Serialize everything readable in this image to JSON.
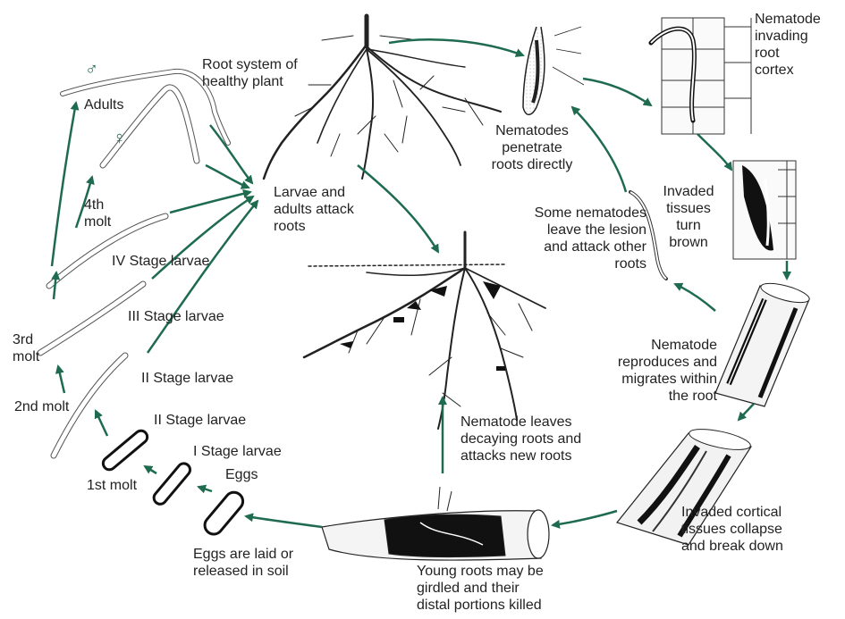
{
  "colors": {
    "arrow": "#1e6b4f",
    "ink": "#111111",
    "sex_symbol": "#1e6b4f"
  },
  "labels": {
    "root_system": [
      "Root system of",
      "healthy plant"
    ],
    "penetrate": [
      "Nematodes",
      "penetrate",
      "roots directly"
    ],
    "invading": [
      "Nematode",
      "invading",
      "root",
      "cortex"
    ],
    "invaded_brown": [
      "Invaded",
      "tissues",
      "turn",
      "brown"
    ],
    "reproduces": [
      "Nematode",
      "reproduces and",
      "migrates within",
      "the root"
    ],
    "collapse": [
      "Invaded cortical",
      "tissues collapse",
      "and break down"
    ],
    "girdled": [
      "Young roots may be",
      "girdled and their",
      "distal portions killed"
    ],
    "leaves_decaying": [
      "Nematode leaves",
      "decaying roots and",
      "attacks new roots"
    ],
    "some_leave": [
      "Some nematodes",
      "leave the lesion",
      "and attack other",
      "roots"
    ],
    "larvae_attack": [
      "Larvae and",
      "adults attack",
      "roots"
    ],
    "eggs_laid": [
      "Eggs are laid or",
      "released in soil"
    ],
    "eggs": "Eggs",
    "stage1": "I Stage larvae",
    "stage2a": "II Stage larvae",
    "stage2b": "II Stage larvae",
    "stage3": "III Stage larvae",
    "stage4": "IV Stage larvae",
    "molt1": "1st molt",
    "molt2": "2nd molt",
    "molt3": [
      "3rd",
      "molt"
    ],
    "molt4": [
      "4th",
      "molt"
    ],
    "adults": "Adults",
    "male_symbol": "♂",
    "female_symbol": "♀"
  }
}
